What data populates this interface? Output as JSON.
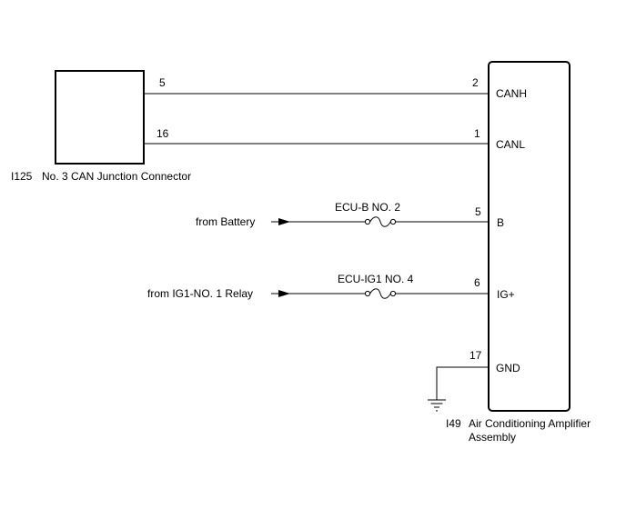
{
  "connector": {
    "code": "I125",
    "name": "No. 3 CAN Junction Connector"
  },
  "assembly": {
    "code": "I49",
    "name_line1": "Air Conditioning Amplifier",
    "name_line2": "Assembly"
  },
  "wires": [
    {
      "left_pin": "5",
      "right_pin": "2",
      "terminal": "CANH"
    },
    {
      "left_pin": "16",
      "right_pin": "1",
      "terminal": "CANL"
    },
    {
      "source": "from Battery",
      "fuse": "ECU-B NO. 2",
      "right_pin": "5",
      "terminal": "B"
    },
    {
      "source": "from IG1-NO. 1 Relay",
      "fuse": "ECU-IG1 NO. 4",
      "right_pin": "6",
      "terminal": "IG+"
    },
    {
      "right_pin": "17",
      "terminal": "GND"
    }
  ]
}
